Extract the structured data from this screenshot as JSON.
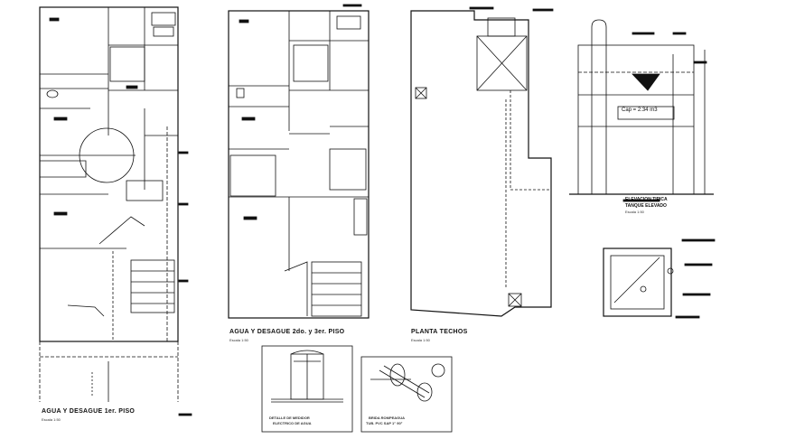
{
  "drawing_titles": {
    "plan_floor1": "AGUA Y DESAGUE 1er. PISO",
    "plan_floor23": "AGUA Y DESAGUE 2do. y 3er. PISO",
    "plan_roof": "PLANTA TECHOS",
    "elevation_title": "ELEVACION TIPICA",
    "elevation_subtitle": "TANQUE ELEVADO",
    "detail_left_line1": "DETALLE DE MEDIDOR",
    "detail_left_line2": "ELECTRICO DE AGUA",
    "detail_right_line1": "BRIDA ROMPEAGUA",
    "detail_right_line2": "TUB. PVC SAP 1\" 90°"
  },
  "scale_texts": {
    "plan_floor1": "Escala 1:50",
    "plan_floor23": "Escala 1:50",
    "plan_roof": "Escala 1:50",
    "elevation": "Escala 1:50"
  },
  "annotations": {
    "tank_capacity": "Cap = 2.34 m3"
  },
  "colors": {
    "line": "#111111",
    "paper": "#ffffff"
  }
}
